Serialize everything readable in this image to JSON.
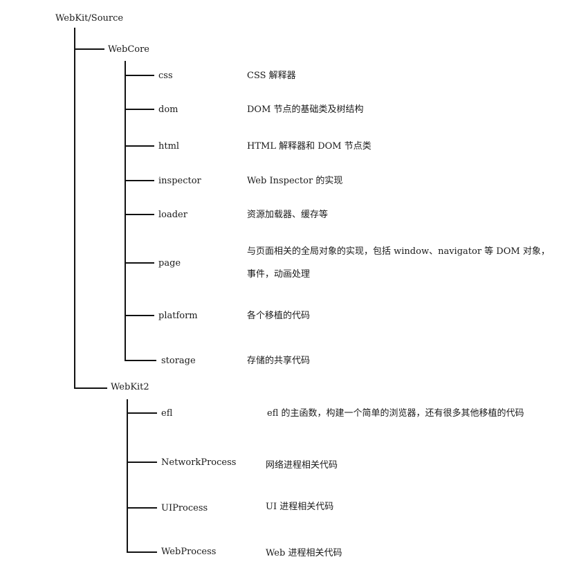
{
  "root": "WebKit/Source",
  "groups": {
    "webcore": "WebCore",
    "webkit2": "WebKit2"
  },
  "webcore_items": [
    {
      "name": "css",
      "desc": "CSS 解释器"
    },
    {
      "name": "dom",
      "desc": "DOM 节点的基础类及树结构"
    },
    {
      "name": "html",
      "desc": "HTML 解释器和 DOM 节点类"
    },
    {
      "name": "inspector",
      "desc": "Web Inspector 的实现"
    },
    {
      "name": "loader",
      "desc": "资源加载器、缓存等"
    },
    {
      "name": "page",
      "desc_line1": "与页面相关的全局对象的实现，包括 window、navigator 等 DOM 对象，",
      "desc_line2": "事件，动画处理"
    },
    {
      "name": "platform",
      "desc": "各个移植的代码"
    },
    {
      "name": "storage",
      "desc": "存储的共享代码"
    }
  ],
  "webkit2_items": [
    {
      "name": "efl",
      "desc": "efl 的主函数，构建一个简单的浏览器，还有很多其他移植的代码"
    },
    {
      "name": "NetworkProcess",
      "desc": "网络进程相关代码"
    },
    {
      "name": "UIProcess",
      "desc": "UI 进程相关代码"
    },
    {
      "name": "WebProcess",
      "desc": "Web 进程相关代码"
    }
  ]
}
